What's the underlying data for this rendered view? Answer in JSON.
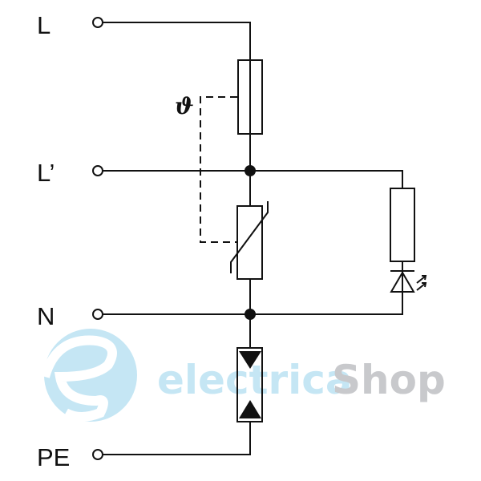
{
  "terminals": {
    "L": "L",
    "L_prime": "L’",
    "N": "N",
    "PE": "PE"
  },
  "thermal_symbol": "ϑ",
  "watermark": {
    "part1": "electrica",
    "part2": "Shop",
    "colors": {
      "blue": "#c5e6f4",
      "gray": "#c8c9cc"
    }
  }
}
